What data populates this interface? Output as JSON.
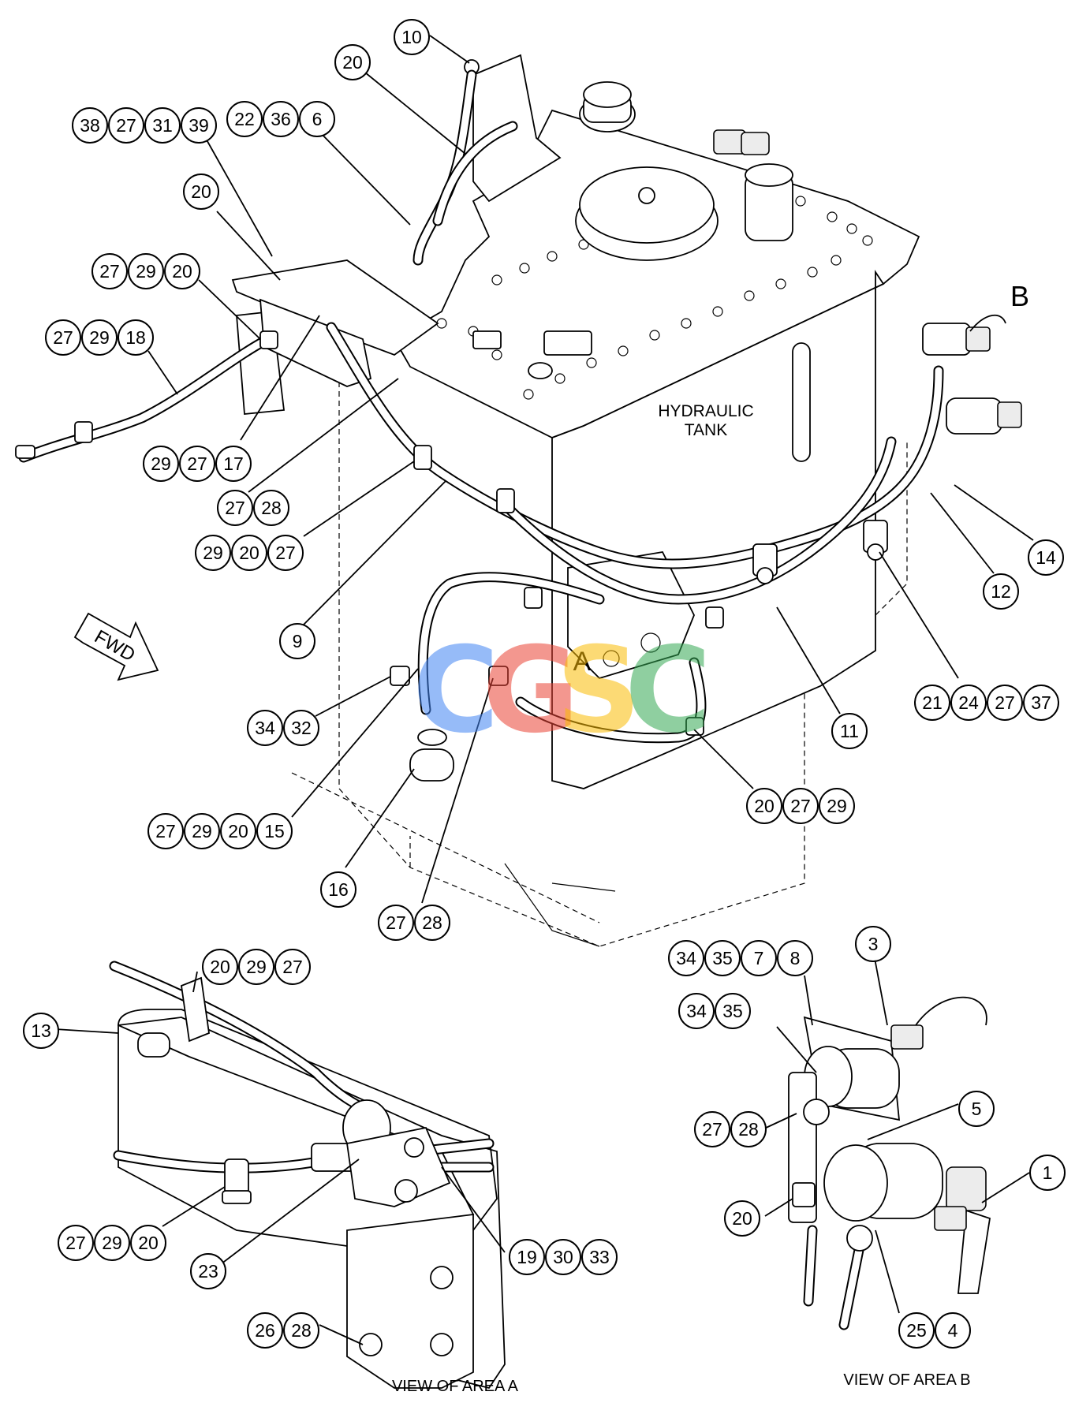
{
  "labels": {
    "hydraulic_tank_line1": "HYDRAULIC",
    "hydraulic_tank_line2": "TANK",
    "area_a": "A",
    "area_b": "B",
    "fwd": "FWD",
    "view_a": "VIEW OF AREA A",
    "view_b": "VIEW OF AREA B"
  },
  "watermark": {
    "letters": [
      "C",
      "G",
      "S",
      "C"
    ],
    "colors": [
      "#4285F4",
      "#EA4335",
      "#FBBC05",
      "#34A853"
    ]
  },
  "callouts": {
    "g01": [
      "10"
    ],
    "g02": [
      "20"
    ],
    "g03": [
      "38",
      "27",
      "31",
      "39"
    ],
    "g04": [
      "22",
      "36",
      "6"
    ],
    "g05": [
      "20"
    ],
    "g06": [
      "27",
      "29",
      "20"
    ],
    "g07": [
      "27",
      "29",
      "18"
    ],
    "g08": [
      "29",
      "27",
      "17"
    ],
    "g09": [
      "27",
      "28"
    ],
    "g10": [
      "29",
      "20",
      "27"
    ],
    "g11": [
      "9"
    ],
    "g12": [
      "14"
    ],
    "g13": [
      "12"
    ],
    "g14": [
      "21",
      "24",
      "27",
      "37"
    ],
    "g15": [
      "11"
    ],
    "g16": [
      "34",
      "32"
    ],
    "g17": [
      "27",
      "29",
      "20",
      "15"
    ],
    "g18": [
      "16"
    ],
    "g19": [
      "27",
      "28"
    ],
    "g20": [
      "20",
      "27",
      "29"
    ],
    "g21": [
      "20",
      "29",
      "27"
    ],
    "g22": [
      "13"
    ],
    "g23": [
      "27",
      "29",
      "20"
    ],
    "g24": [
      "23"
    ],
    "g25": [
      "19",
      "30",
      "33"
    ],
    "g26": [
      "26",
      "28"
    ],
    "g27": [
      "34",
      "35",
      "7",
      "8"
    ],
    "g28": [
      "3"
    ],
    "g29": [
      "34",
      "35"
    ],
    "g30": [
      "5"
    ],
    "g31": [
      "27",
      "28"
    ],
    "g32": [
      "1"
    ],
    "g33": [
      "20"
    ],
    "g34": [
      "25",
      "4"
    ]
  }
}
